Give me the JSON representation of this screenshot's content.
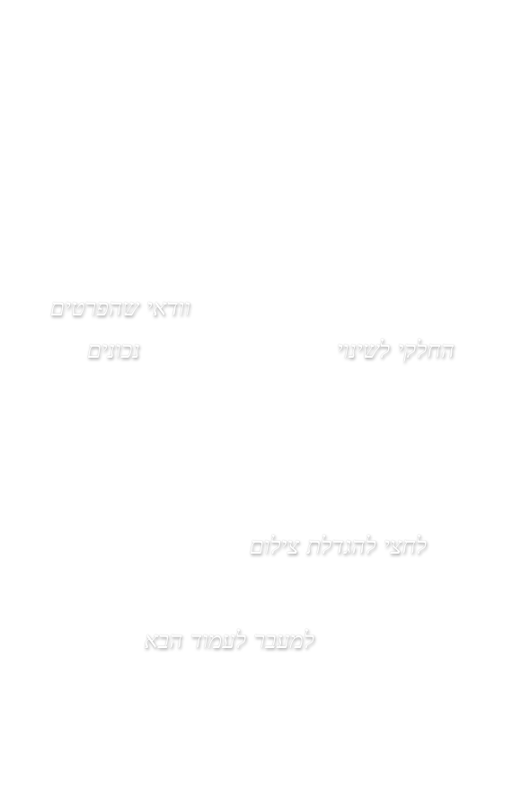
{
  "verify": {
    "line1": "וודאי שהפרטים",
    "line2": "נכונים"
  },
  "back": {
    "label": "החלקי לשינוי"
  },
  "enlarge": {
    "label": "לחצי להגדלת צילום"
  },
  "next": {
    "label": "למעבר לעמוד הבא"
  }
}
